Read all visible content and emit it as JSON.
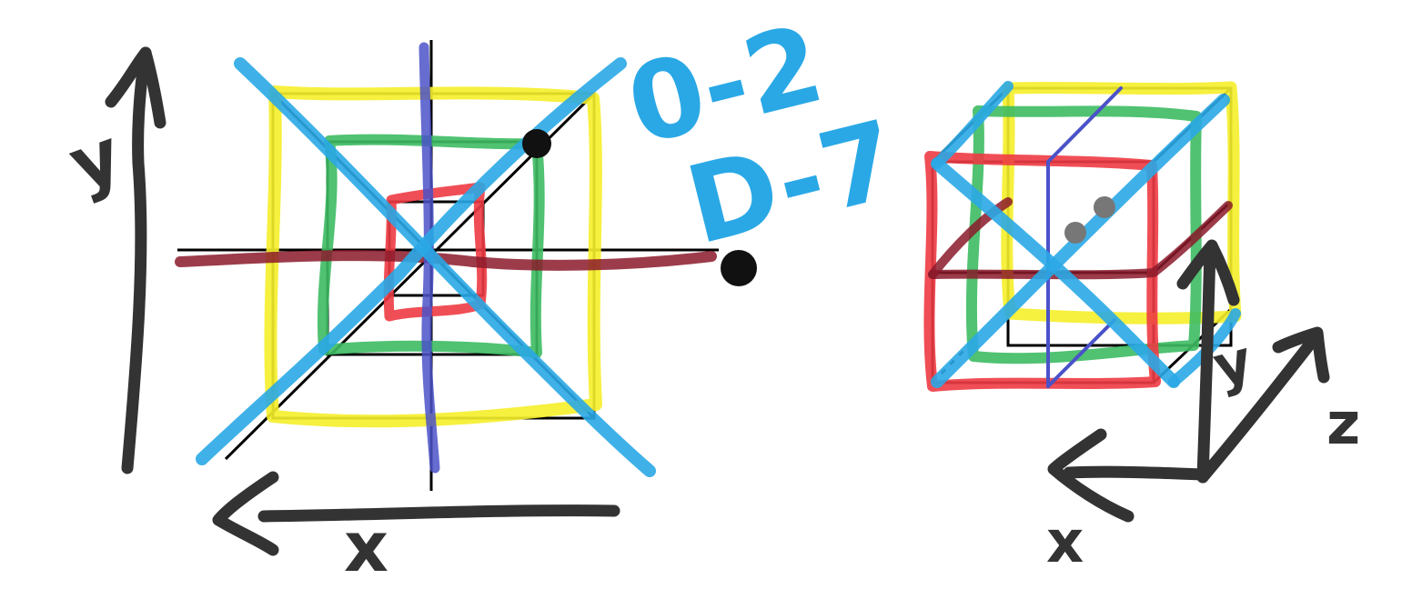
{
  "colors": {
    "background": "#ffffff",
    "ink": "#333333",
    "thin_line": "#000000",
    "yellow": "#f5ee2a",
    "green": "#3dbb63",
    "red": "#ee3b44",
    "dark_red": "#8b1a2a",
    "blue": "#2aa8e6",
    "purple": "#4b52c8",
    "gray_dot": "#777777"
  },
  "left_diagram": {
    "y_axis_label": "y",
    "x_axis_label": "x"
  },
  "range_notes": {
    "line1": "0-2",
    "line2": "D-7"
  },
  "right_diagram": {
    "y_axis_label": "y",
    "z_axis_label": "z",
    "x_axis_label": "x"
  }
}
